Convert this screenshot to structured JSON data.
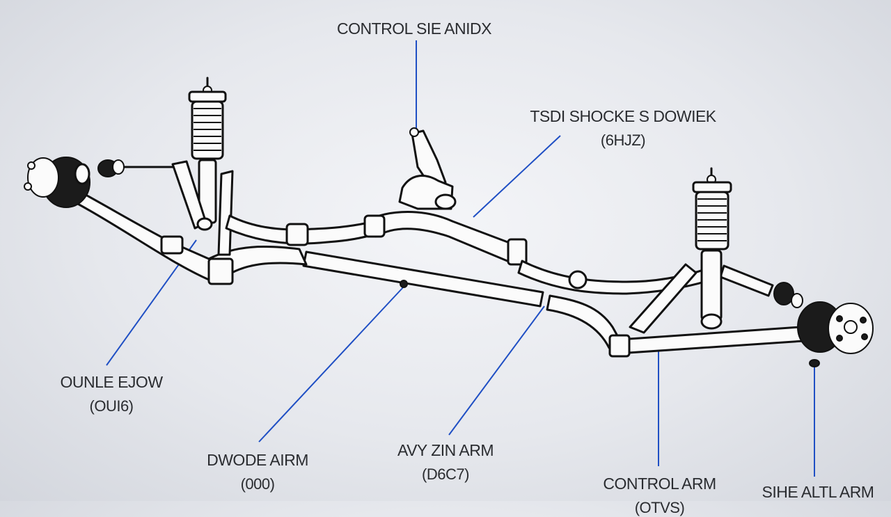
{
  "labels": {
    "top": {
      "title": "CONTROL SIE ANIDX"
    },
    "upper_right": {
      "title": "TSDI SHOCKE S DOWIEK",
      "sub": "(6HJZ)"
    },
    "left": {
      "title": "OUNLE EJOW",
      "sub": "(OUI6)"
    },
    "bottom_left": {
      "title": "DWODE AIRM",
      "sub": "(000)"
    },
    "bottom_mid": {
      "title": "AVY ZIN ARM",
      "sub": "(D6C7)"
    },
    "bottom_right": {
      "title": "CONTROL ARM",
      "sub": "(OTVS)"
    },
    "far_right": {
      "title": "SIHE ALTL ARM"
    }
  },
  "colors": {
    "leader": "#1f4fc4",
    "ink": "#111111",
    "background": "#e6e8ed"
  }
}
